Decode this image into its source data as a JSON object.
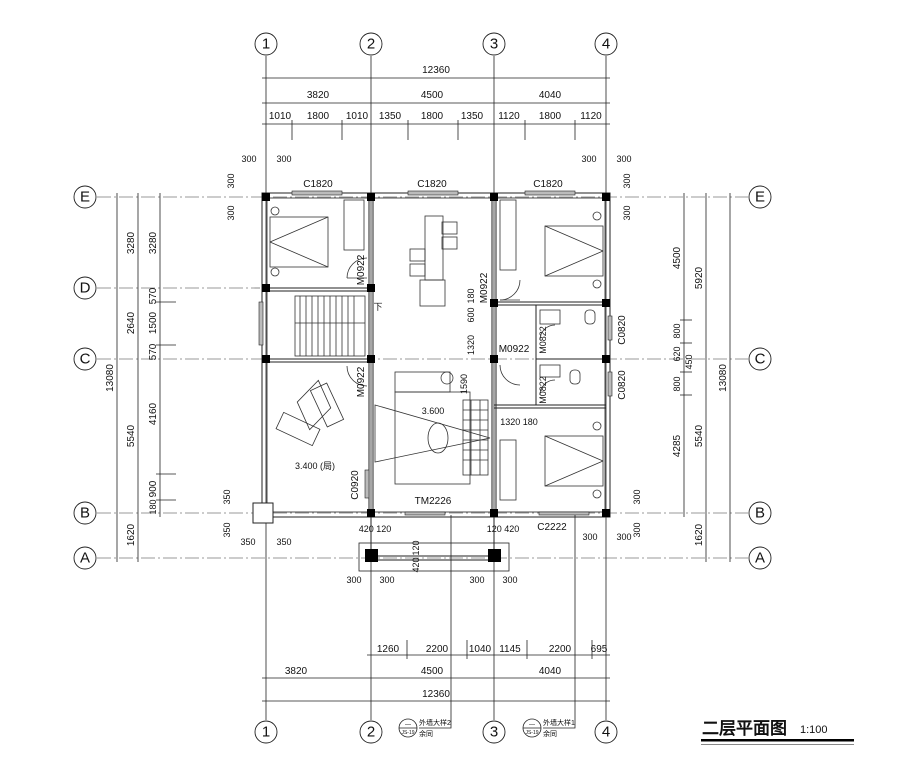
{
  "axes": {
    "x": [
      "1",
      "2",
      "3",
      "4"
    ],
    "y": [
      "E",
      "D",
      "C",
      "B",
      "A"
    ]
  },
  "dims": {
    "top_total": "12360",
    "top_axes": [
      "3820",
      "4500",
      "4040"
    ],
    "top_sub": [
      "1010",
      "1800",
      "1010",
      "1350",
      "1800",
      "1350",
      "1120",
      "1800",
      "1120"
    ],
    "bottom_sub": [
      "1260",
      "2200",
      "1040",
      "1145",
      "2200",
      "695"
    ],
    "bottom_axes": [
      "3820",
      "4500",
      "4040"
    ],
    "bottom_total": "12360",
    "left_total": "13080",
    "left_axes": [
      "3280",
      "2640",
      "5540",
      "1620"
    ],
    "left_sub": [
      "3280",
      "570",
      "1500",
      "570",
      "4160",
      "900",
      "180"
    ],
    "right_sub": [
      "4500",
      "800",
      "620",
      "450",
      "800",
      "4285"
    ],
    "right_axes": [
      "5920",
      "5540",
      "1620"
    ],
    "right_total": "13080",
    "local": [
      "300",
      "300",
      "300",
      "300",
      "300",
      "300",
      "300",
      "300",
      "350",
      "350",
      "350",
      "350",
      "300",
      "300",
      "300",
      "300",
      "300",
      "300",
      "300",
      "300",
      "1320",
      "600",
      "180",
      "1590",
      "1320 180",
      "420 120",
      "120 420",
      "120",
      "420"
    ]
  },
  "openings": {
    "windows_top": [
      "C1820",
      "C1820",
      "C1820"
    ],
    "door_m0922_a": "M0922",
    "door_m0922_b": "M0922",
    "door_m0922_c": "M0922",
    "door_m0922_d": "M0922",
    "door_m0822_a": "M0822",
    "door_m0822_b": "M0822",
    "window_c0820_a": "C0820",
    "window_c0820_b": "C0820",
    "window_c0920": "C0920",
    "sliding_door": "TM2226",
    "window_c2222": "C2222"
  },
  "levels": {
    "living": "3.600",
    "room": "3.400 (局)"
  },
  "stair_down": "下",
  "details": [
    {
      "top": "—",
      "bottom": "JS-19",
      "title": "外墙大样2",
      "note": "余同"
    },
    {
      "top": "—",
      "bottom": "JS-19",
      "title": "外墙大样1",
      "note": "余同"
    }
  ],
  "title": {
    "text": "二层平面图",
    "scale": "1:100"
  }
}
